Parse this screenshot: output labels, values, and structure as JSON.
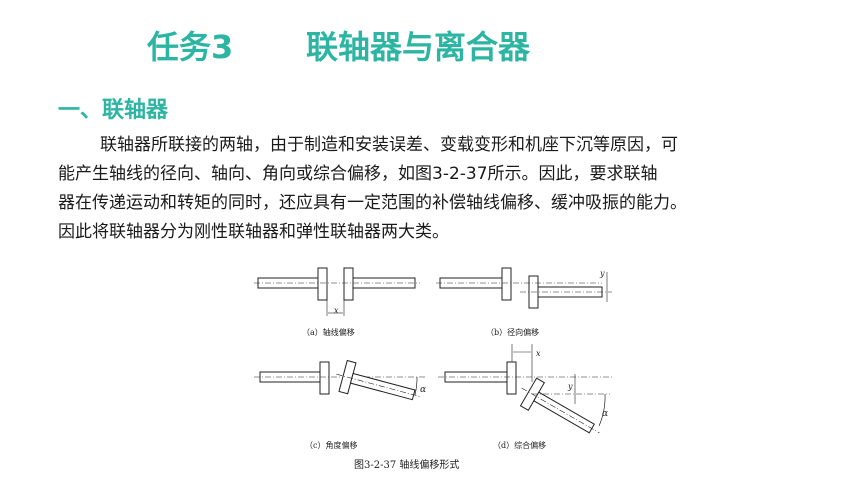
{
  "title": {
    "number": "任务3",
    "name": "联轴器与离合器"
  },
  "section_heading": "一、联轴器",
  "paragraph_lines": [
    "联轴器所联接的两轴，由于制造和安装误差、变载变形和机座下沉等原因，可",
    "能产生轴线的径向、轴向、角向或综合偏移，如图3-2-37所示。因此，要求联轴",
    "器在传递运动和转矩的同时，还应具有一定范围的补偿轴线偏移、缓冲吸振的能力。",
    "因此将联轴器分为刚性联轴器和弹性联轴器两大类。"
  ],
  "figure": {
    "caption": "图3-2-37  轴线偏移形式",
    "subcaptions": {
      "a": "（a）轴线偏移",
      "b": "（b）径向偏移",
      "c": "（c）角度偏移",
      "d": "（d）综合偏移"
    },
    "symbols": {
      "x": "x",
      "y": "y",
      "alpha": "α"
    }
  },
  "colors": {
    "accent": "#2cb5a3",
    "text": "#1a1a1a"
  }
}
